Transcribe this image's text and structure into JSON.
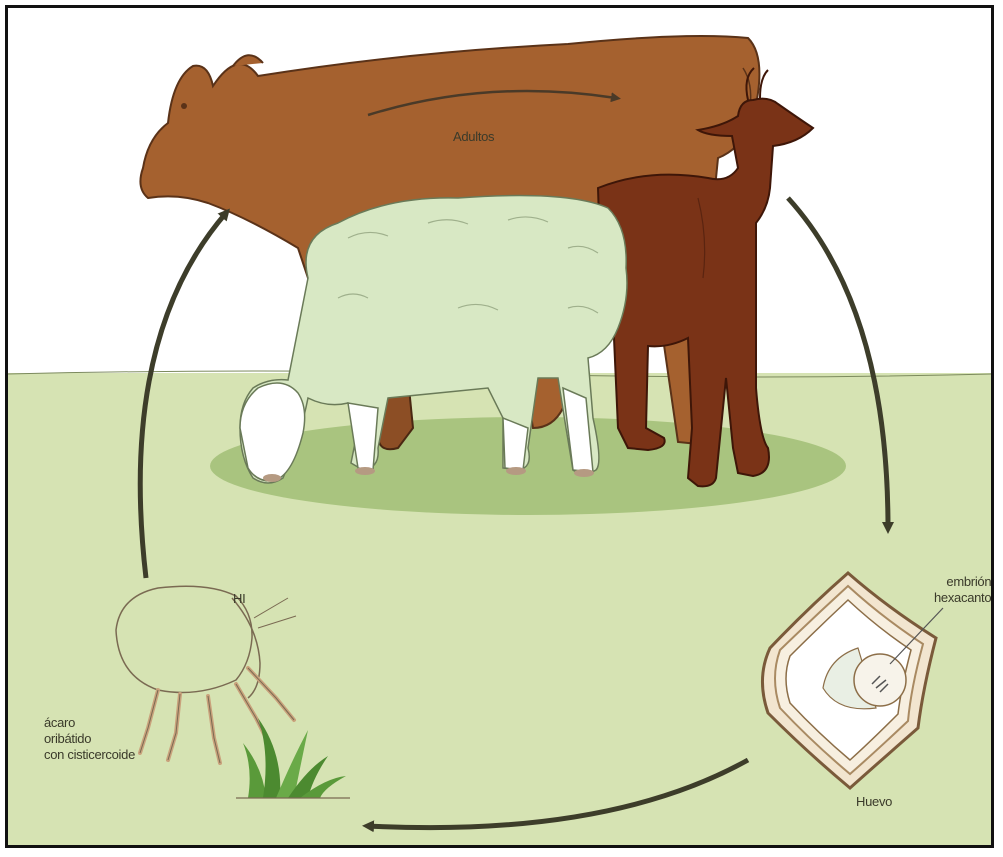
{
  "labels": {
    "adults": "Adultos",
    "embryo": "embrión\nhexacanto",
    "egg": "Huevo",
    "host": "HI",
    "mite": "ácaro\noribátido\ncon cisticercoide"
  },
  "colors": {
    "sky": "#ffffff",
    "ground": "#d6e3b3",
    "grass_patch": "#a9c47f",
    "cow": "#a5612f",
    "goat": "#7a3317",
    "sheep_wool": "#d8e8c4",
    "arrow": "#3d3d2a"
  },
  "icons": [
    "cow-figure",
    "goat-figure",
    "sheep-figure",
    "egg-figure",
    "mite-figure",
    "grass-tuft"
  ]
}
